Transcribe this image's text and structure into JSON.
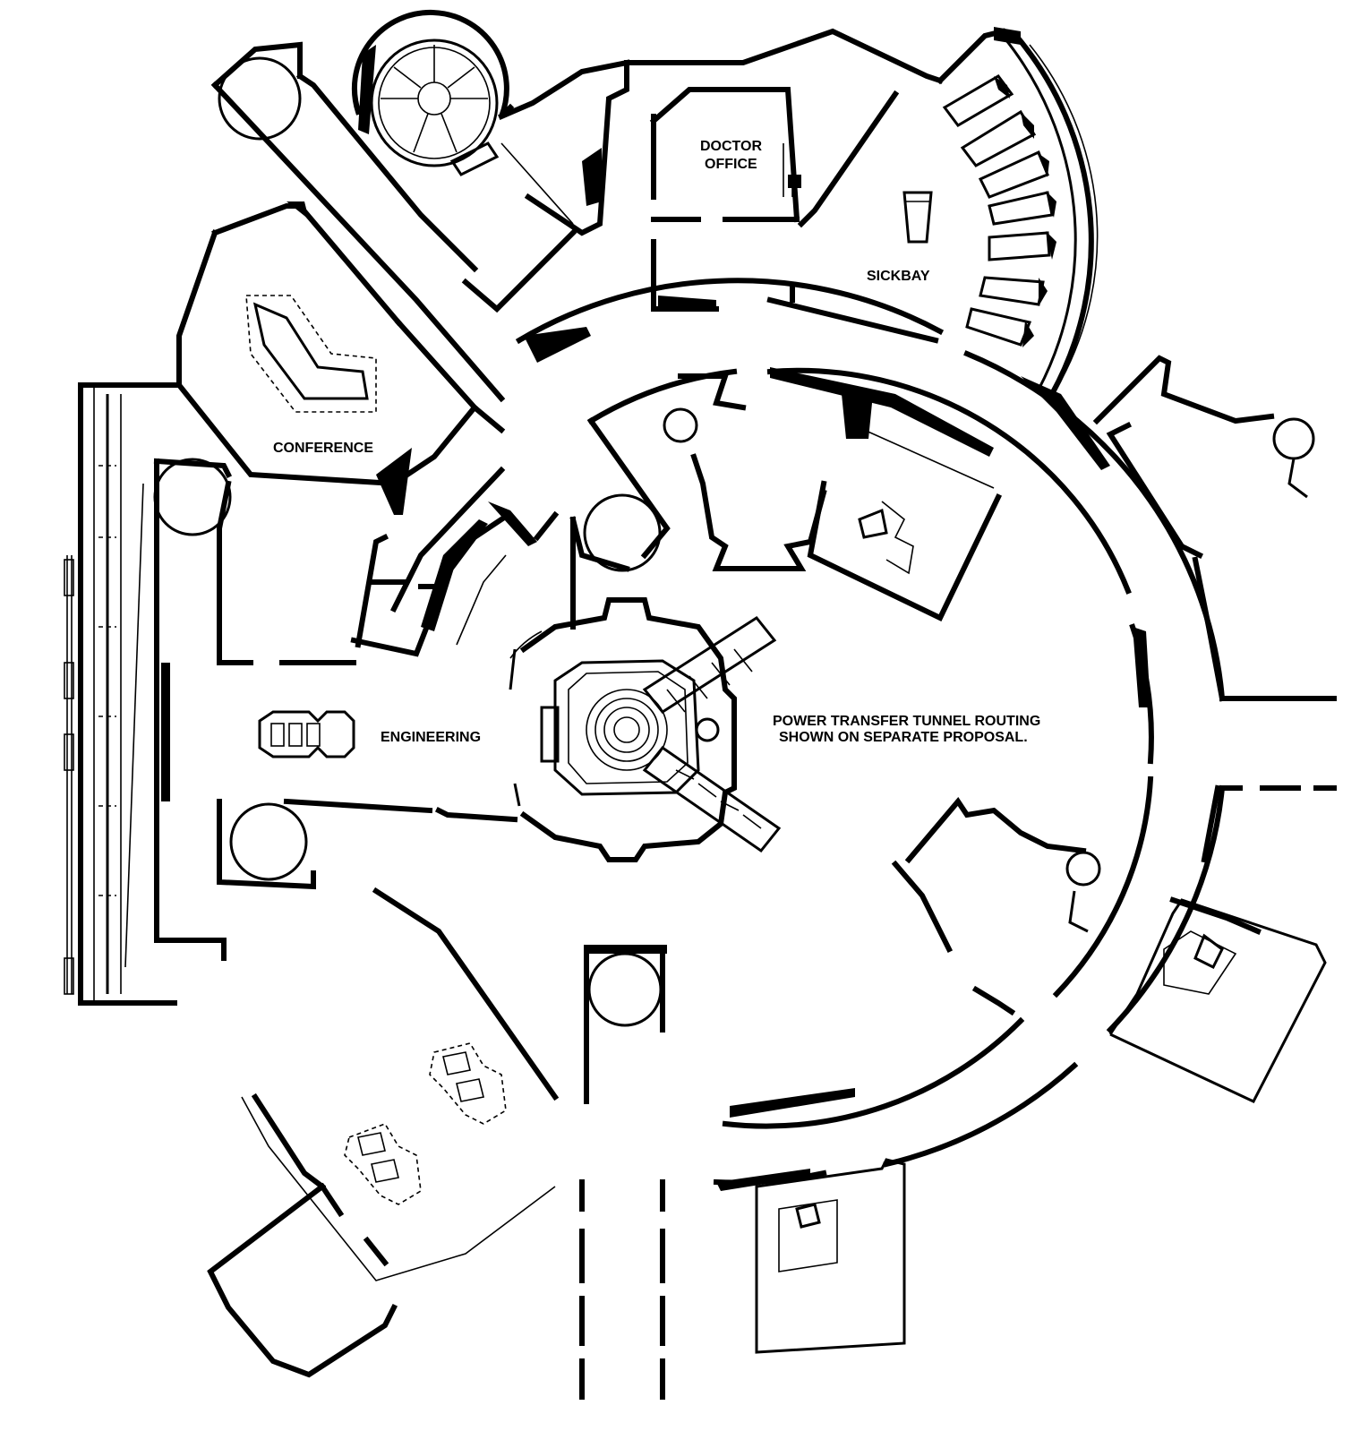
{
  "rooms": {
    "doctor_office_line1": "DOCTOR",
    "doctor_office_line2": "OFFICE",
    "sickbay": "SICKBAY",
    "conference": "CONFERENCE",
    "engineering": "ENGINEERING"
  },
  "notes": {
    "power_tunnel_line1": "POWER TRANSFER TUNNEL ROUTING",
    "power_tunnel_line2": "SHOWN ON SEPARATE PROPOSAL."
  },
  "colors": {
    "ink": "#000000",
    "paper": "#ffffff"
  }
}
